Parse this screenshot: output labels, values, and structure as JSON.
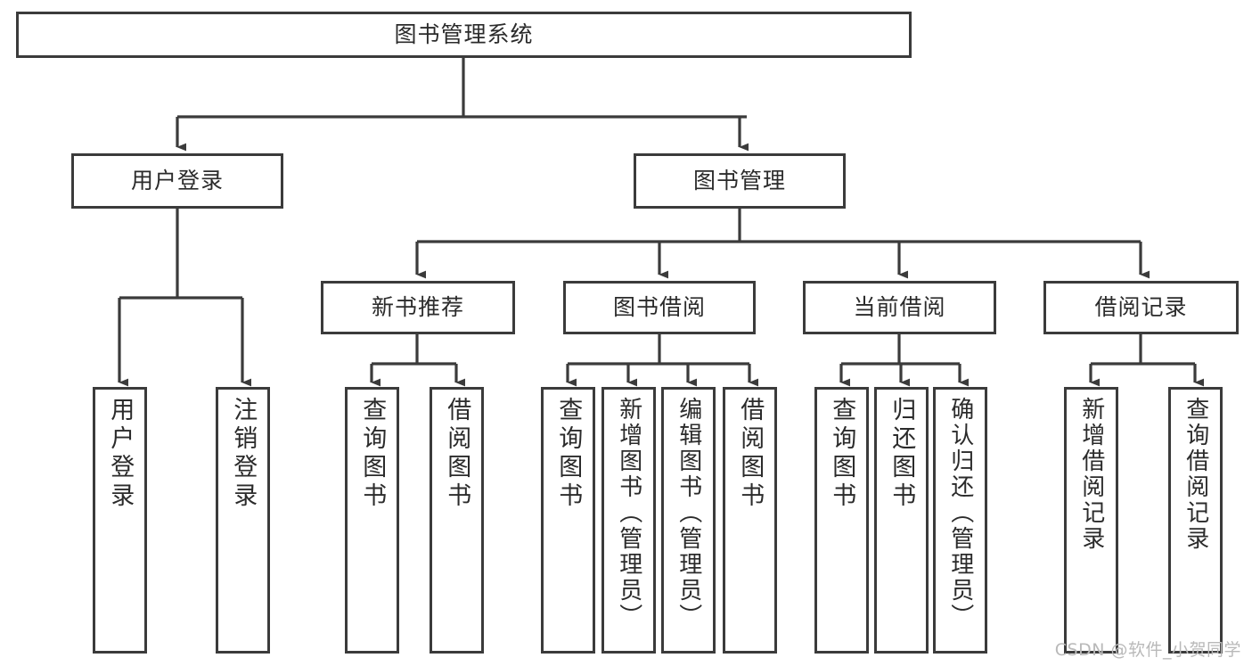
{
  "diagram": {
    "type": "tree",
    "title": "图书管理系统",
    "background_color": "#ffffff",
    "line_color": "#3b3b3b",
    "text_color": "#2b2b2b",
    "watermark": "CSDN @软件_小贺同学",
    "root": {
      "label": "图书管理系统",
      "level": 0
    },
    "level1": [
      {
        "label": "用户登录",
        "level": 1
      },
      {
        "label": "图书管理",
        "level": 1
      }
    ],
    "level2": [
      {
        "label": "新书推荐",
        "level": 2,
        "parent": "图书管理"
      },
      {
        "label": "图书借阅",
        "level": 2,
        "parent": "图书管理"
      },
      {
        "label": "当前借阅",
        "level": 2,
        "parent": "图书管理"
      },
      {
        "label": "借阅记录",
        "level": 2,
        "parent": "图书管理"
      }
    ],
    "leaves": [
      {
        "label": "用户登录",
        "parent": "用户登录"
      },
      {
        "label": "注销登录",
        "parent": "用户登录"
      },
      {
        "label": "查询图书",
        "parent": "新书推荐"
      },
      {
        "label": "借阅图书",
        "parent": "新书推荐"
      },
      {
        "label": "查询图书",
        "parent": "图书借阅"
      },
      {
        "label": "新增图书（管理员）",
        "parent": "图书借阅"
      },
      {
        "label": "编辑图书（管理员）",
        "parent": "图书借阅"
      },
      {
        "label": "借阅图书",
        "parent": "图书借阅"
      },
      {
        "label": "查询图书",
        "parent": "当前借阅"
      },
      {
        "label": "归还图书",
        "parent": "当前借阅"
      },
      {
        "label": "确认归还（管理员）",
        "parent": "当前借阅"
      },
      {
        "label": "新增借阅记录",
        "parent": "借阅记录"
      },
      {
        "label": "查询借阅记录",
        "parent": "借阅记录"
      }
    ]
  }
}
